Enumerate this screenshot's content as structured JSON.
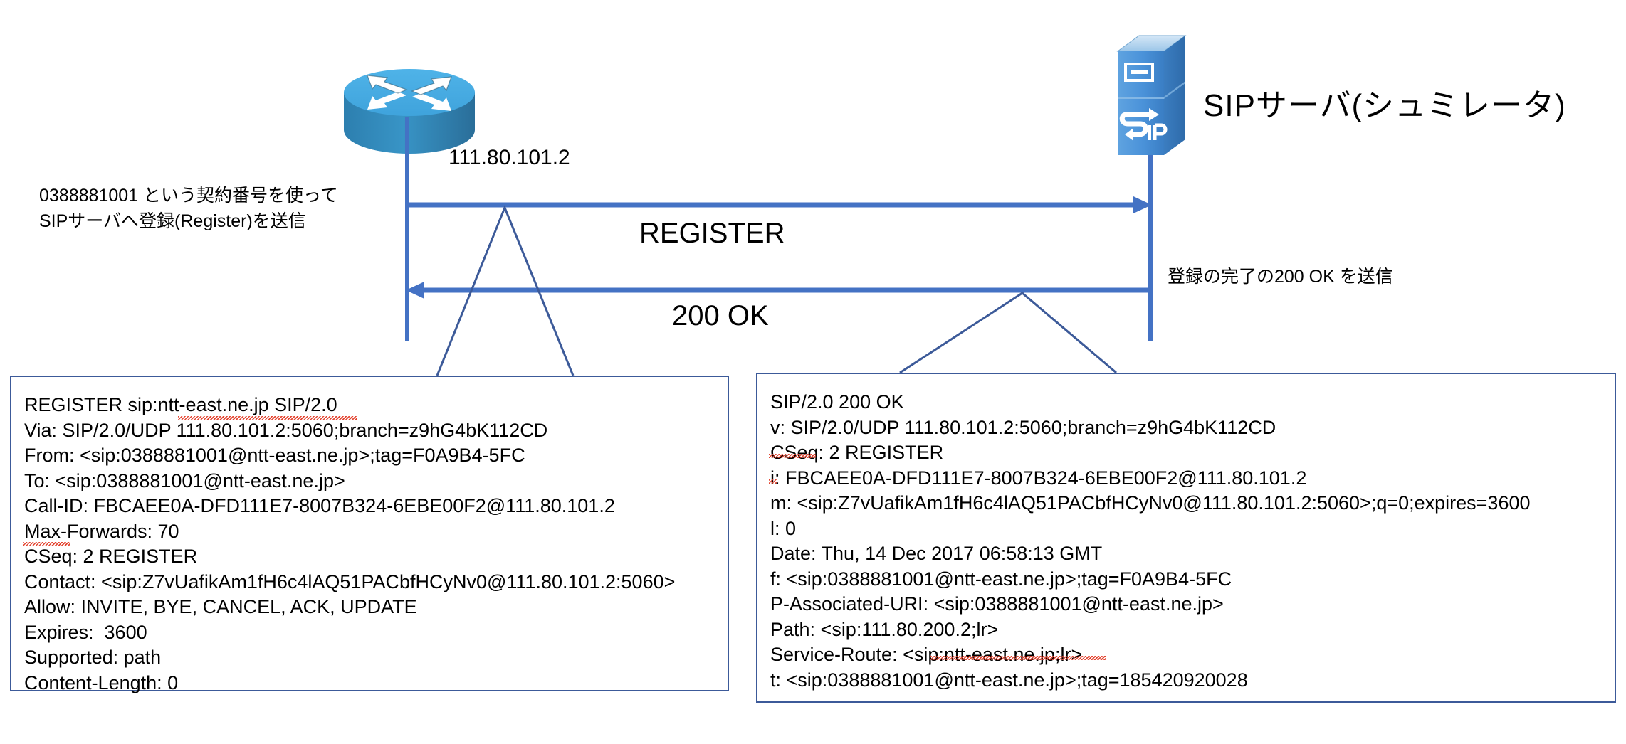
{
  "diagram": {
    "title": "SIP REGISTER sequence diagram",
    "colors": {
      "line_blue": "#4472C4",
      "box_border_blue": "#3C5A99",
      "router_top": "#41A5DC",
      "router_body": "#2E7CAD",
      "server_blue": "#3E8EDA",
      "server_top": "#BBD7F0",
      "text_black": "#000000",
      "spellcheck_red": "#E23B26"
    }
  },
  "nodes": {
    "router": {
      "icon": "router-icon",
      "ip_label": "111.80.101.2"
    },
    "server": {
      "icon": "sip-server-icon",
      "icon_text": "SIP",
      "name": "SIPサーバ(シュミレータ)"
    }
  },
  "messages": [
    {
      "name": "register",
      "label": "REGISTER",
      "direction": "router-to-server"
    },
    {
      "name": "200ok",
      "label": "200 OK",
      "direction": "server-to-router"
    }
  ],
  "annotations": {
    "left": {
      "line1": "0388881001 という契約番号を使って",
      "line2": "SIPサーバへ登録(Register)を送信"
    },
    "right": {
      "line1": "登録の完了の200 OK を送信"
    }
  },
  "callouts": {
    "register": {
      "name": "register-message-callout",
      "lines": [
        "REGISTER sip:ntt-east.ne.jp SIP/2.0",
        "Via: SIP/2.0/UDP 111.80.101.2:5060;branch=z9hG4bK112CD",
        "From: <sip:0388881001@ntt-east.ne.jp>;tag=F0A9B4-5FC",
        "To: <sip:0388881001@ntt-east.ne.jp>",
        "Call-ID: FBCAEE0A-DFD111E7-8007B324-6EBE00F2@111.80.101.2",
        "Max-Forwards: 70",
        "CSeq: 2 REGISTER",
        "Contact: <sip:Z7vUafikAm1fH6c4lAQ51PACbfHCyNv0@111.80.101.2:5060>",
        "Allow: INVITE, BYE, CANCEL, ACK, UPDATE",
        "Expires:  3600",
        "Supported: path",
        "Content-Length: 0"
      ]
    },
    "response": {
      "name": "200ok-message-callout",
      "lines": [
        "SIP/2.0 200 OK",
        "v: SIP/2.0/UDP 111.80.101.2:5060;branch=z9hG4bK112CD",
        "CSeq: 2 REGISTER",
        "i: FBCAEE0A-DFD111E7-8007B324-6EBE00F2@111.80.101.2",
        "m: <sip:Z7vUafikAm1fH6c4lAQ51PACbfHCyNv0@111.80.101.2:5060>;q=0;expires=3600",
        "l: 0",
        "Date: Thu, 14 Dec 2017 06:58:13 GMT",
        "f: <sip:0388881001@ntt-east.ne.jp>;tag=F0A9B4-5FC",
        "P-Associated-URI: <sip:0388881001@ntt-east.ne.jp>",
        "Path: <sip:111.80.200.2;lr>",
        "Service-Route: <sip:ntt-east.ne.jp;lr>",
        "t: <sip:0388881001@ntt-east.ne.jp>;tag=185420920028"
      ]
    }
  }
}
